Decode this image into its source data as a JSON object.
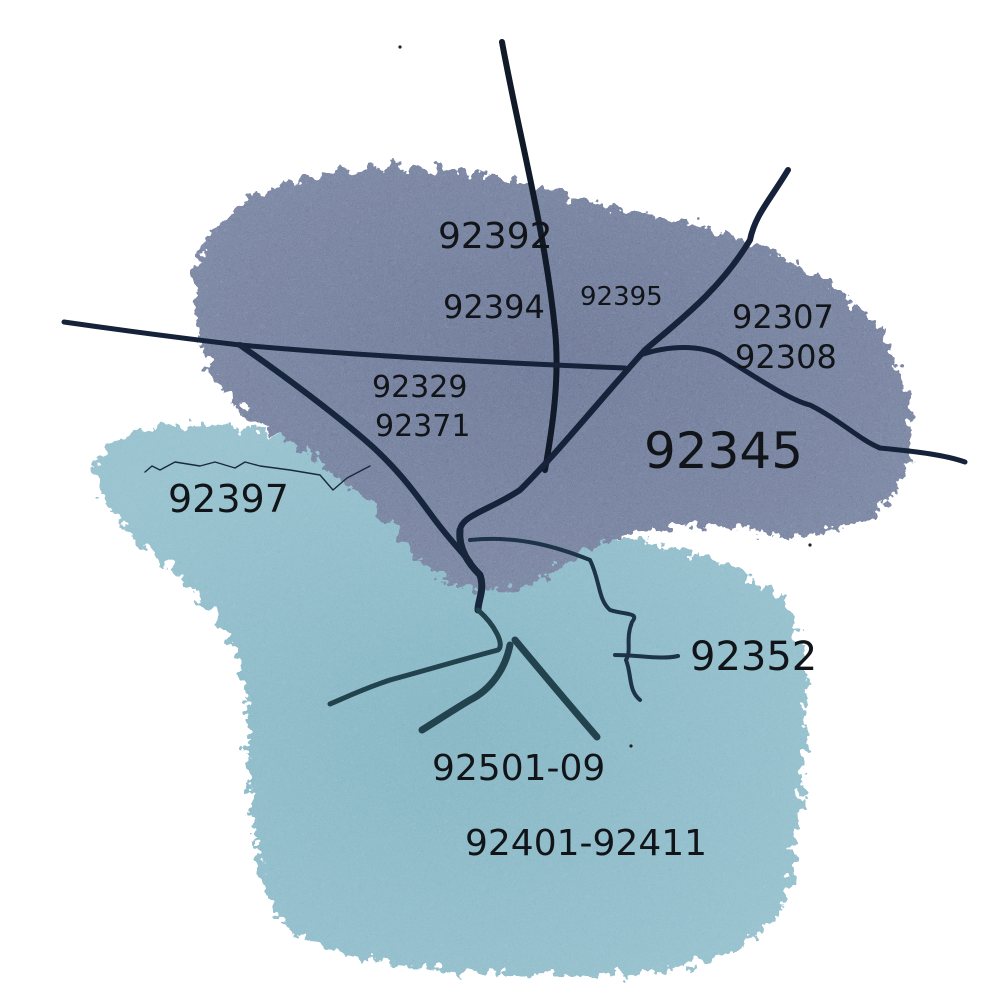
{
  "map": {
    "colors": {
      "upper_region": "#5f6e93",
      "lower_region": "#7fb2c1",
      "road": "#16243a",
      "road_south": "#1f3d4a",
      "text": "#111418"
    },
    "labels": {
      "z92392": "92392",
      "z92394": "92394",
      "z92395": "92395",
      "z92307": "92307",
      "z92308": "92308",
      "z92329": "92329",
      "z92371": "92371",
      "z92345": "92345",
      "z92397": "92397",
      "z92352": "92352",
      "z92501": "92501-09",
      "z92401": "92401-92411"
    }
  }
}
